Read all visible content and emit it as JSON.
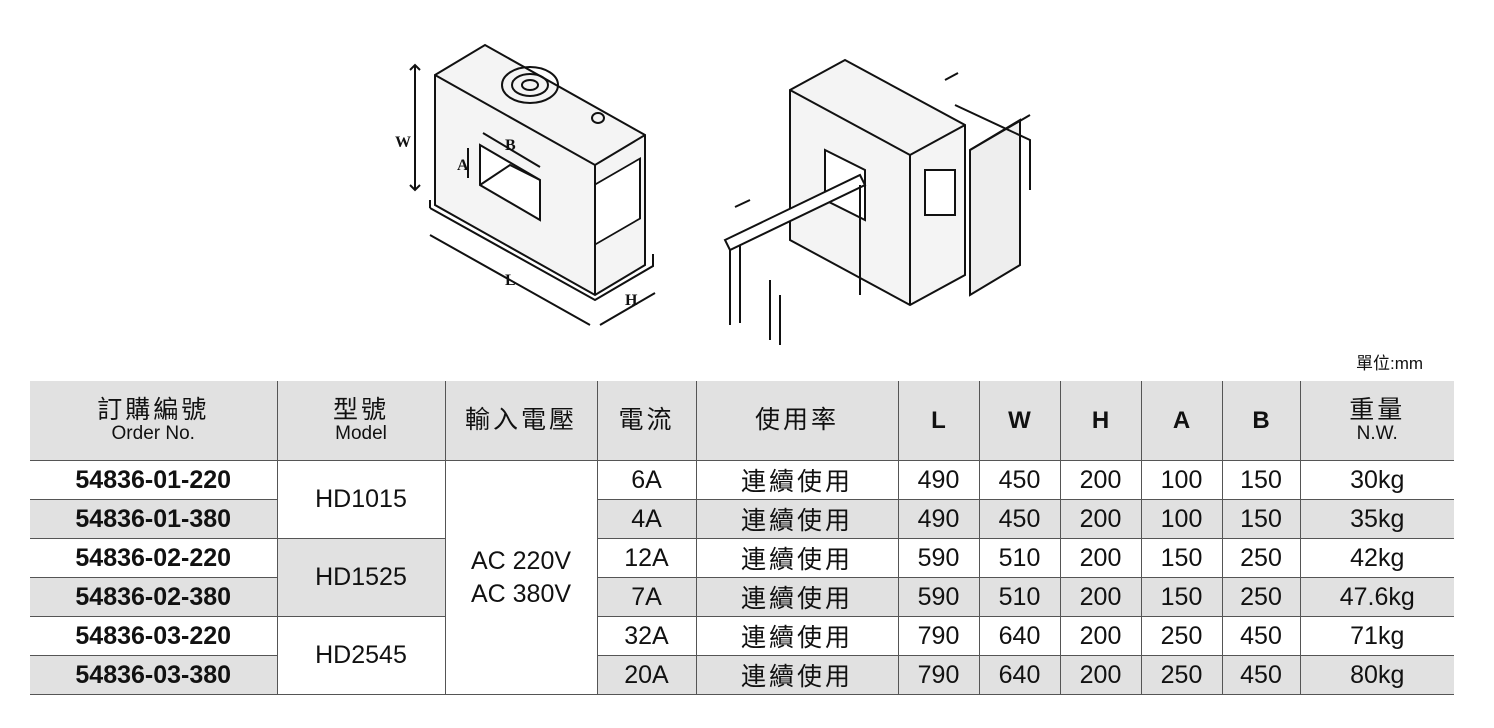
{
  "diagram_labels": {
    "W": "W",
    "A": "A",
    "B": "B",
    "L": "L",
    "H": "H"
  },
  "unit_label": "單位:mm",
  "headers": {
    "order_zh": "訂購編號",
    "order_en": "Order No.",
    "model_zh": "型號",
    "model_en": "Model",
    "voltage": "輸入電壓",
    "current": "電流",
    "duty": "使用率",
    "L": "L",
    "W": "W",
    "H": "H",
    "A": "A",
    "B": "B",
    "weight_zh": "重量",
    "weight_en": "N.W."
  },
  "voltage": [
    "AC 220V",
    "AC 380V"
  ],
  "models": [
    "HD1015",
    "HD1525",
    "HD2545"
  ],
  "rows": [
    {
      "order": "54836-01-220",
      "current": "6A",
      "duty": "連續使用",
      "L": "490",
      "W": "450",
      "H": "200",
      "A": "100",
      "B": "150",
      "weight": "30kg"
    },
    {
      "order": "54836-01-380",
      "current": "4A",
      "duty": "連續使用",
      "L": "490",
      "W": "450",
      "H": "200",
      "A": "100",
      "B": "150",
      "weight": "35kg"
    },
    {
      "order": "54836-02-220",
      "current": "12A",
      "duty": "連續使用",
      "L": "590",
      "W": "510",
      "H": "200",
      "A": "150",
      "B": "250",
      "weight": "42kg"
    },
    {
      "order": "54836-02-380",
      "current": "7A",
      "duty": "連續使用",
      "L": "590",
      "W": "510",
      "H": "200",
      "A": "150",
      "B": "250",
      "weight": "47.6kg"
    },
    {
      "order": "54836-03-220",
      "current": "32A",
      "duty": "連續使用",
      "L": "790",
      "W": "640",
      "H": "200",
      "A": "250",
      "B": "450",
      "weight": "71kg"
    },
    {
      "order": "54836-03-380",
      "current": "20A",
      "duty": "連續使用",
      "L": "790",
      "W": "640",
      "H": "200",
      "A": "250",
      "B": "450",
      "weight": "80kg"
    }
  ]
}
